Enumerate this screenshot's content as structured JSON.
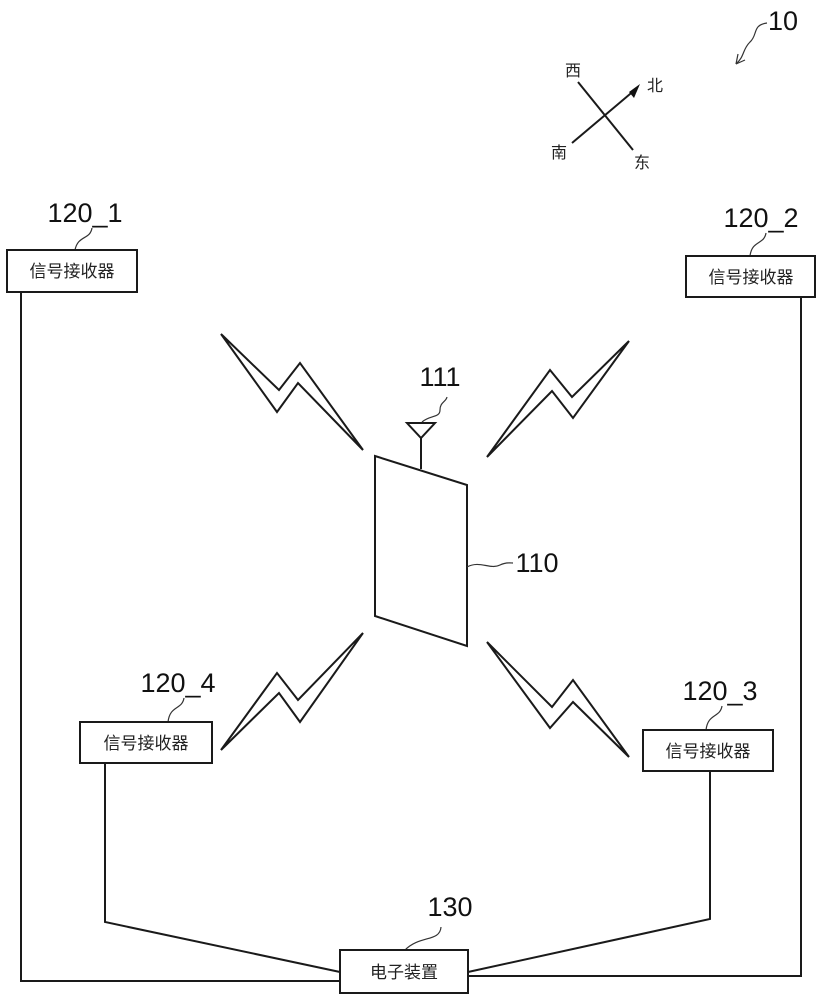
{
  "figure_ref": "10",
  "compass": {
    "west": "西",
    "north": "北",
    "south": "南",
    "east": "东"
  },
  "device": {
    "ref": "110",
    "antenna_ref": "111"
  },
  "receivers": [
    {
      "ref": "120_1",
      "label": "信号接收器"
    },
    {
      "ref": "120_2",
      "label": "信号接收器"
    },
    {
      "ref": "120_3",
      "label": "信号接收器"
    },
    {
      "ref": "120_4",
      "label": "信号接收器"
    }
  ],
  "electronic_device": {
    "ref": "130",
    "label": "电子装置"
  }
}
